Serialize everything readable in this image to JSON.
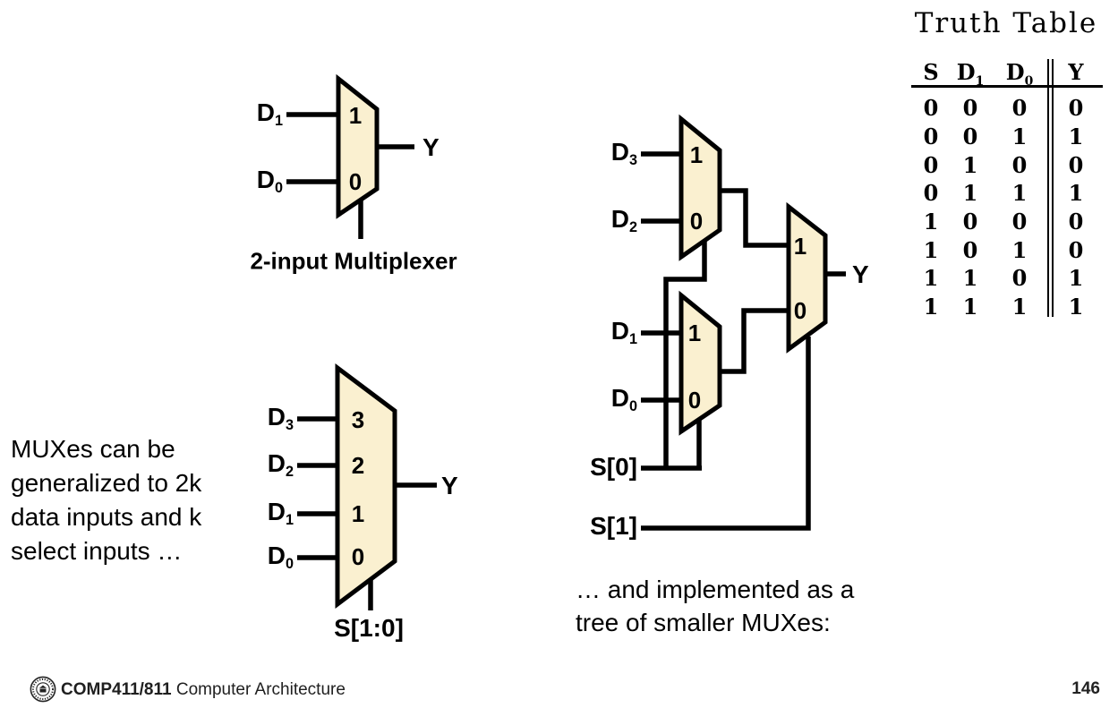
{
  "colors": {
    "mux_fill": "#FAF0D0",
    "line": "#000000"
  },
  "mux2": {
    "caption": "2-input Multiplexer",
    "input_top": {
      "base": "D",
      "sub": "1"
    },
    "input_bottom": {
      "base": "D",
      "sub": "0"
    },
    "port_top": "1",
    "port_bottom": "0",
    "output": "Y"
  },
  "mux4": {
    "inputs": [
      {
        "base": "D",
        "sub": "3",
        "port": "3"
      },
      {
        "base": "D",
        "sub": "2",
        "port": "2"
      },
      {
        "base": "D",
        "sub": "1",
        "port": "1"
      },
      {
        "base": "D",
        "sub": "0",
        "port": "0"
      }
    ],
    "output": "Y",
    "select": "S[1:0]"
  },
  "left_note": {
    "lines": [
      "MUXes can be",
      "generalized to 2k",
      "data inputs and k",
      "select inputs …"
    ]
  },
  "tree": {
    "input_d3": {
      "base": "D",
      "sub": "3"
    },
    "input_d2": {
      "base": "D",
      "sub": "2"
    },
    "input_d1": {
      "base": "D",
      "sub": "1"
    },
    "input_d0": {
      "base": "D",
      "sub": "0"
    },
    "mux_top": {
      "port_top": "1",
      "port_bottom": "0"
    },
    "mux_bottom": {
      "port_top": "1",
      "port_bottom": "0"
    },
    "mux_final": {
      "port_top": "1",
      "port_bottom": "0"
    },
    "select_0": "S[0]",
    "select_1": "S[1]",
    "output": "Y",
    "caption_lines": [
      "… and implemented as a",
      "tree of smaller MUXes:"
    ]
  },
  "truth_table": {
    "title": "Truth Table",
    "headers": [
      {
        "base": "S",
        "sub": ""
      },
      {
        "base": "D",
        "sub": "1"
      },
      {
        "base": "D",
        "sub": "0"
      },
      {
        "base": "Y",
        "sub": ""
      }
    ],
    "rows": [
      [
        "0",
        "0",
        "0",
        "0"
      ],
      [
        "0",
        "0",
        "1",
        "1"
      ],
      [
        "0",
        "1",
        "0",
        "0"
      ],
      [
        "0",
        "1",
        "1",
        "1"
      ],
      [
        "1",
        "0",
        "0",
        "0"
      ],
      [
        "1",
        "0",
        "1",
        "0"
      ],
      [
        "1",
        "1",
        "0",
        "1"
      ],
      [
        "1",
        "1",
        "1",
        "1"
      ]
    ]
  },
  "footer": {
    "course": "COMP411/811",
    "course_title": "Computer Architecture",
    "page_number": "146"
  }
}
